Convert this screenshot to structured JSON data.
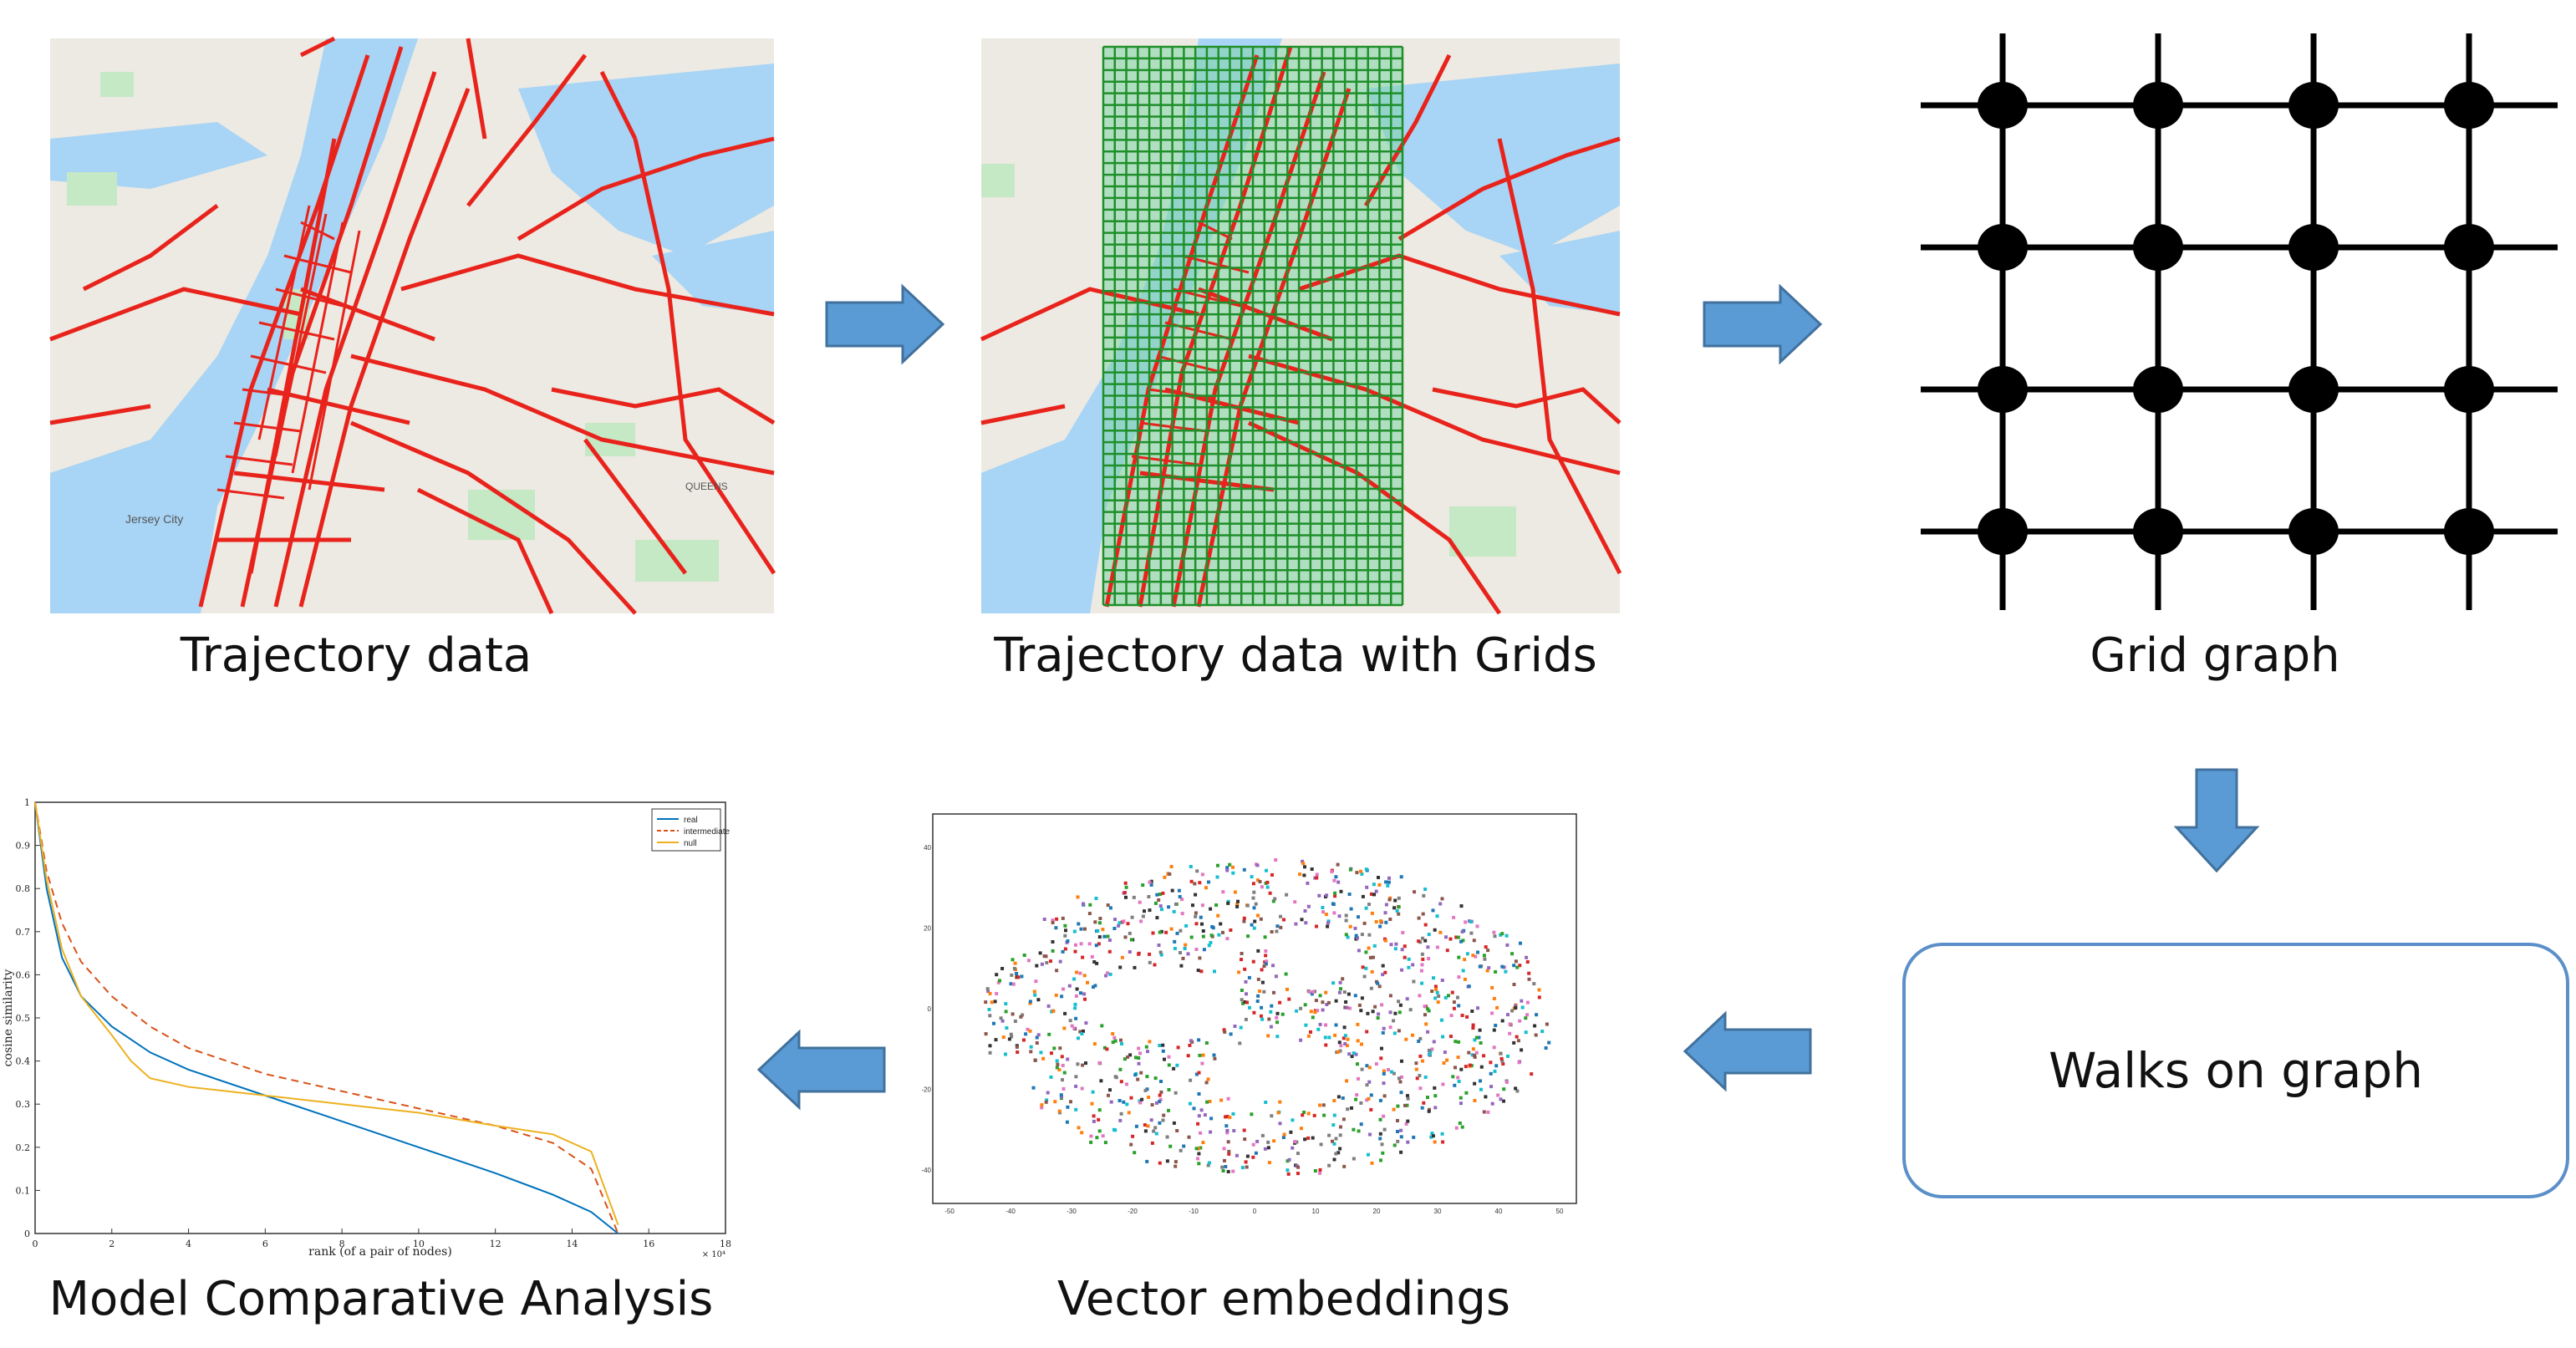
{
  "captions": {
    "trajectory": "Trajectory data",
    "trajectory_grids": "Trajectory data with Grids",
    "grid_graph": "Grid graph",
    "walks": "Walks on graph",
    "embeddings": "Vector embeddings",
    "analysis": "Model Comparative Analysis"
  },
  "colors": {
    "arrow": "#5b9bd5",
    "arrow_border": "#41719c",
    "trajectory": "#e8231c",
    "grid": "#1f8f2a",
    "water": "#a8d4f5",
    "walkbox_border": "#5b8fc9",
    "series_real": "#0072bd",
    "series_intermediate": "#d95319",
    "series_null": "#edb120"
  },
  "map_labels": [
    "Jersey City",
    "QUEENS"
  ],
  "chart_data": [
    {
      "type": "line",
      "xlabel": "rank (of a pair of nodes)",
      "ylabel": "cosine similarity",
      "xlim": [
        0,
        18
      ],
      "ylim": [
        0,
        1
      ],
      "x_multiplier": "× 10⁴",
      "xticks": [
        "0",
        "2",
        "4",
        "6",
        "8",
        "10",
        "12",
        "14",
        "16",
        "18"
      ],
      "yticks": [
        "0",
        "0.1",
        "0.2",
        "0.3",
        "0.4",
        "0.5",
        "0.6",
        "0.7",
        "0.8",
        "0.9",
        "1"
      ],
      "legend_position": "top-right",
      "series": [
        {
          "name": "real",
          "style": "solid",
          "x": [
            0,
            0.3,
            0.7,
            1.2,
            2,
            3,
            4,
            6,
            8,
            10,
            12,
            13.5,
            14.5,
            15.2
          ],
          "y": [
            1,
            0.8,
            0.64,
            0.55,
            0.48,
            0.42,
            0.38,
            0.32,
            0.26,
            0.2,
            0.14,
            0.09,
            0.05,
            0
          ]
        },
        {
          "name": "intermediate",
          "style": "dashed",
          "x": [
            0,
            0.3,
            0.7,
            1.2,
            2,
            3,
            4,
            6,
            8,
            10,
            12,
            13.5,
            14.5,
            15.2
          ],
          "y": [
            1,
            0.84,
            0.72,
            0.63,
            0.55,
            0.48,
            0.43,
            0.37,
            0.33,
            0.29,
            0.25,
            0.21,
            0.15,
            0
          ]
        },
        {
          "name": "null",
          "style": "solid",
          "x": [
            0,
            0.3,
            0.7,
            1.2,
            2,
            2.5,
            3,
            4,
            6,
            8,
            10,
            12,
            13.5,
            14.5,
            15.2
          ],
          "y": [
            1,
            0.82,
            0.66,
            0.55,
            0.46,
            0.4,
            0.36,
            0.34,
            0.32,
            0.3,
            0.28,
            0.25,
            0.23,
            0.19,
            0.02
          ]
        }
      ]
    },
    {
      "type": "scatter",
      "xlim": [
        -50,
        50
      ],
      "ylim": [
        -40,
        40
      ],
      "xticks": [
        "-50",
        "-40",
        "-30",
        "-20",
        "-10",
        "0",
        "10",
        "20",
        "30",
        "40",
        "50"
      ],
      "yticks": [
        "40",
        "20",
        "0",
        "-20",
        "-40"
      ]
    }
  ]
}
